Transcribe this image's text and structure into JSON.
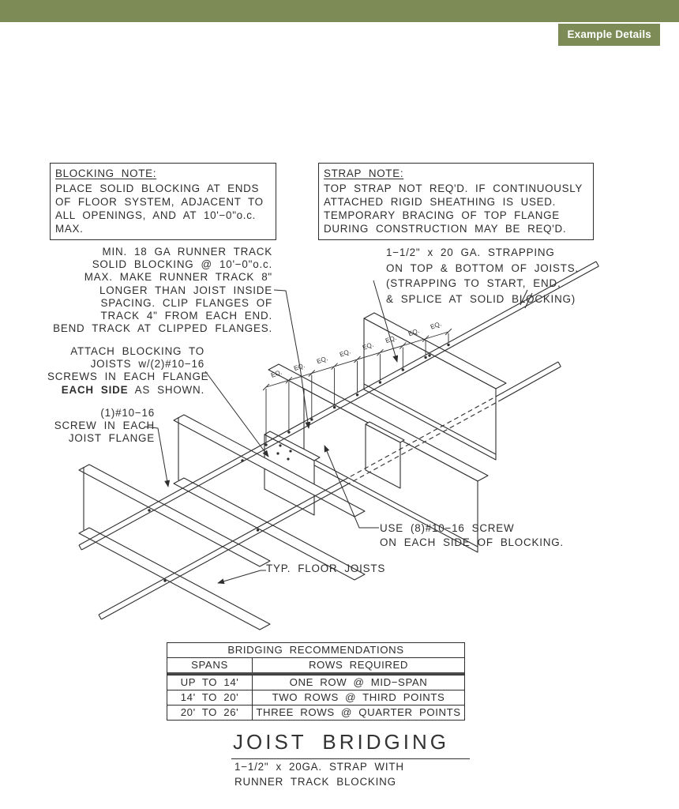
{
  "header": {
    "badge_label": "Example Details"
  },
  "colors": {
    "bar_green": "#7d8b57",
    "ink": "#2e2e2e"
  },
  "notes": {
    "blocking": {
      "title": "BLOCKING NOTE:",
      "lines": [
        "PLACE SOLID BLOCKING AT ENDS",
        "OF FLOOR SYSTEM, ADJACENT TO",
        "ALL OPENINGS, AND AT 10'−0\"o.c.",
        "MAX."
      ]
    },
    "strap": {
      "title": "STRAP NOTE:",
      "lines": [
        "TOP STRAP NOT REQ'D. IF CONTINUOUSLY",
        "ATTACHED RIGID SHEATHING IS USED.",
        "TEMPORARY BRACING OF TOP FLANGE",
        "DURING CONSTRUCTION MAY BE REQ'D."
      ]
    }
  },
  "annotations": {
    "runner": {
      "lines": [
        "MIN. 18 GA RUNNER TRACK",
        "SOLID BLOCKING @ 10'−0\"o.c.",
        "MAX. MAKE RUNNER TRACK 8\"",
        "LONGER THAN JOIST INSIDE",
        "SPACING. CLIP FLANGES OF",
        "TRACK 4\" FROM EACH END.",
        "BEND TRACK AT CLIPPED FLANGES."
      ]
    },
    "strapping": {
      "lines": [
        "1−1/2\" x 20 GA. STRAPPING",
        "ON TOP & BOTTOM OF JOISTS.",
        "(STRAPPING TO START, END,",
        "& SPLICE AT SOLID BLOCKING)"
      ]
    },
    "attach": {
      "lines": [
        "ATTACH BLOCKING TO",
        "JOISTS w/(2)#10−16",
        "SCREWS IN EACH FLANGE"
      ],
      "bold": "EACH SIDE",
      "tail": " AS SHOWN."
    },
    "screw1": {
      "lines": [
        "(1)#10−16",
        "SCREW IN EACH",
        "JOIST FLANGE"
      ]
    },
    "use8": {
      "lines": [
        "USE (8)#10−16 SCREW",
        "ON EACH SIDE OF BLOCKING."
      ]
    },
    "typ_label": "TYP. FLOOR JOISTS",
    "eq_label": "EQ."
  },
  "table": {
    "title": "BRIDGING RECOMMENDATIONS",
    "headers": [
      "SPANS",
      "ROWS REQUIRED"
    ],
    "rows": [
      [
        "UP TO 14'",
        "ONE ROW @ MID−SPAN"
      ],
      [
        "14' TO 20'",
        "TWO ROWS @ THIRD POINTS"
      ],
      [
        "20' TO 26'",
        "THREE ROWS @ QUARTER POINTS"
      ]
    ]
  },
  "title_block": {
    "title": "JOIST BRIDGING",
    "subtitle_lines": [
      "1−1/2\" x 20GA. STRAP WITH",
      "RUNNER TRACK BLOCKING"
    ]
  }
}
